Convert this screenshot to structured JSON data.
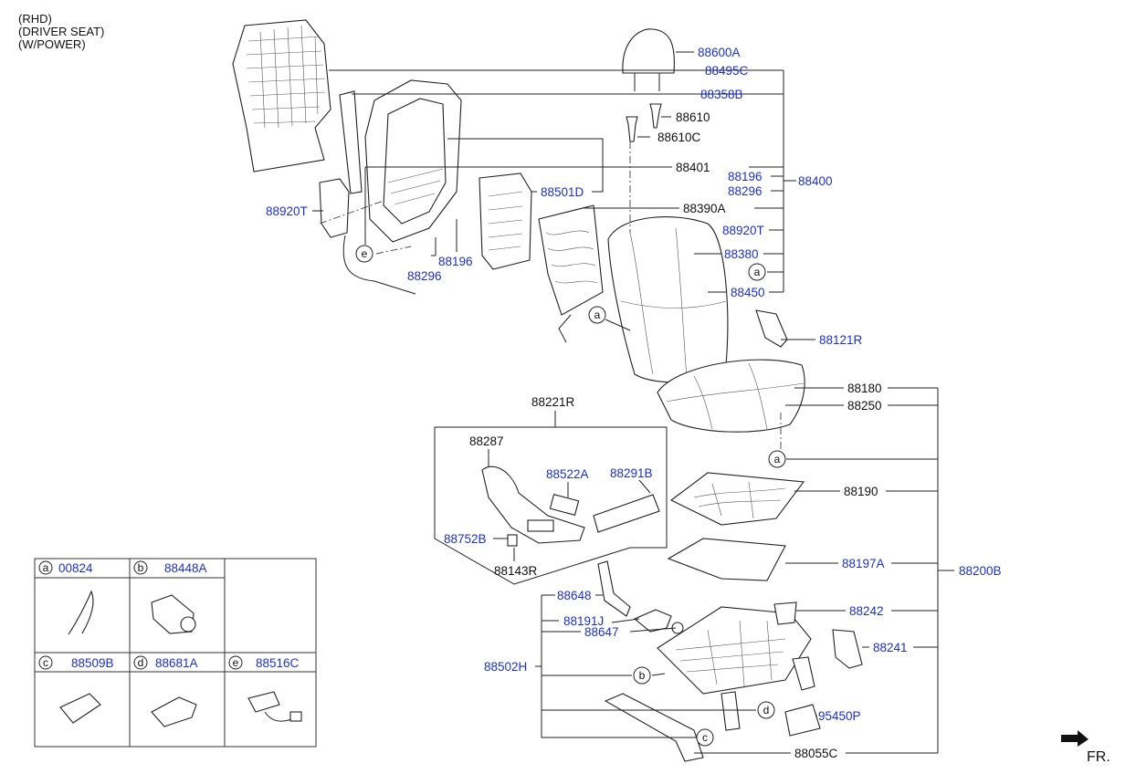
{
  "notes": [
    "(RHD)",
    "(DRIVER SEAT)",
    "(W/POWER)"
  ],
  "labels": {
    "p88600A": "88600A",
    "p88495C": "88495C",
    "p88358B": "88358B",
    "p88610": "88610",
    "p88610C": "88610C",
    "p88401": "88401",
    "p88196a": "88196",
    "p88296a": "88296",
    "p88400": "88400",
    "p88501D": "88501D",
    "p88390A": "88390A",
    "p88920Ta": "88920T",
    "p88920Tb": "88920T",
    "p88380": "88380",
    "p88450": "88450",
    "p88196b": "88196",
    "p88296b": "88296",
    "p88121R": "88121R",
    "p88180": "88180",
    "p88250": "88250",
    "p88221R": "88221R",
    "p88287": "88287",
    "p88522A": "88522A",
    "p88291B": "88291B",
    "p88752B": "88752B",
    "p88143R": "88143R",
    "p88190": "88190",
    "p88197A": "88197A",
    "p88200B": "88200B",
    "p88648": "88648",
    "p88242": "88242",
    "p88191J": "88191J",
    "p88647": "88647",
    "p88241": "88241",
    "p88502H": "88502H",
    "p95450P": "95450P",
    "p88055C": "88055C"
  },
  "callouts": [
    "a",
    "b",
    "c",
    "d",
    "e"
  ],
  "legend": [
    {
      "letter": "a",
      "part": "00824"
    },
    {
      "letter": "b",
      "part": "88448A"
    },
    {
      "letter": "c",
      "part": "88509B"
    },
    {
      "letter": "d",
      "part": "88681A"
    },
    {
      "letter": "e",
      "part": "88516C"
    }
  ],
  "direction": "FR.",
  "colors": {
    "label": "#1a2fd6",
    "line": "#222222"
  }
}
